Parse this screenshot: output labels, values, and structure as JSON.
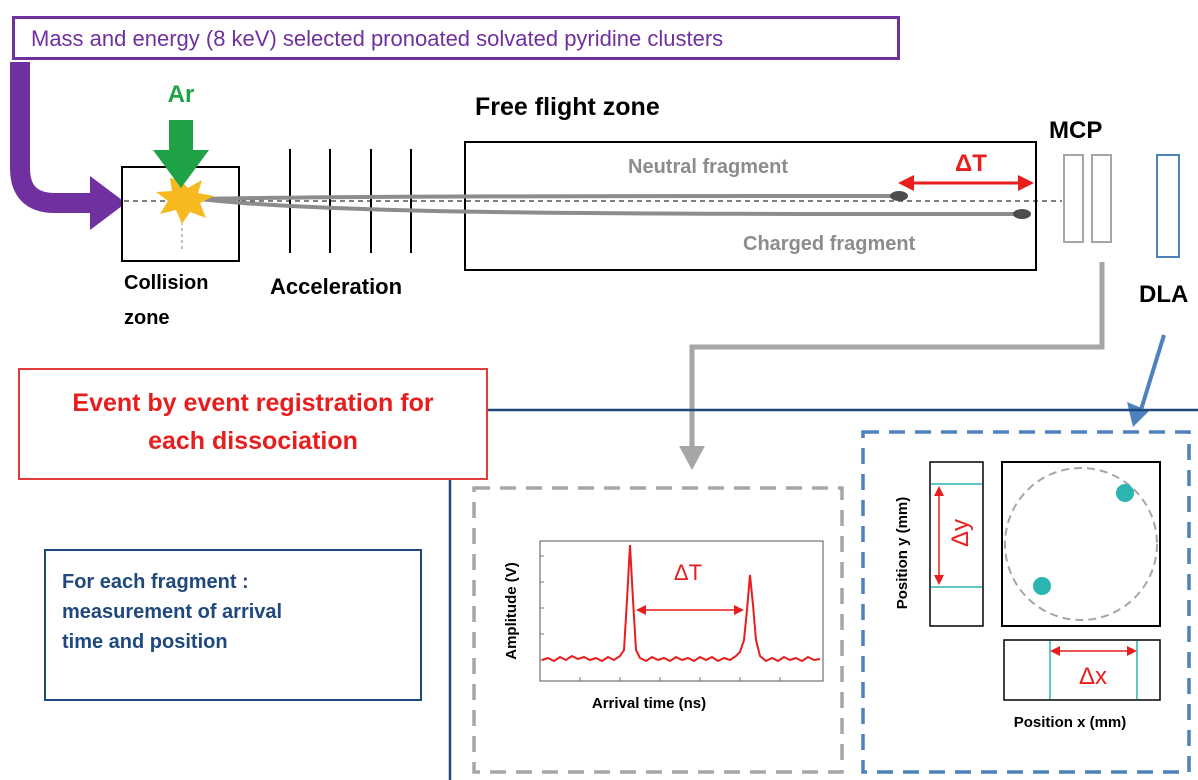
{
  "header": {
    "text": "Mass and energy (8 keV) selected pronoated solvated pyridine clusters"
  },
  "setup": {
    "gas": "Ar",
    "collision_zone": [
      "Collision",
      "zone"
    ],
    "acceleration": "Acceleration",
    "free_flight_zone": "Free flight zone",
    "neutral_fragment": "Neutral fragment",
    "charged_fragment": "Charged fragment",
    "delta_t": "ΔT",
    "mcp": "MCP",
    "dla": "DLA"
  },
  "event_box": {
    "lines": [
      "Event by event registration for",
      "each dissociation"
    ]
  },
  "fragment_box": {
    "lines": [
      "For each fragment :",
      "measurement of arrival",
      "time and position"
    ]
  },
  "timing_panel": {
    "ylabel": "Amplitude (V)",
    "xlabel": "Arrival time (ns)",
    "delta_t": "ΔT"
  },
  "position_panel": {
    "ylabel": "Position  y (mm)",
    "xlabel": "Position  x (mm)",
    "delta_y": "Δy",
    "delta_x": "Δx"
  },
  "colors": {
    "purple": "#7030a0",
    "green": "#1fa246",
    "red": "#e81d1d",
    "gray": "#a6a6a6",
    "navy": "#1f497d",
    "blue": "#4f81bd",
    "teal": "#2bb5b0",
    "star": "#f6b920"
  }
}
